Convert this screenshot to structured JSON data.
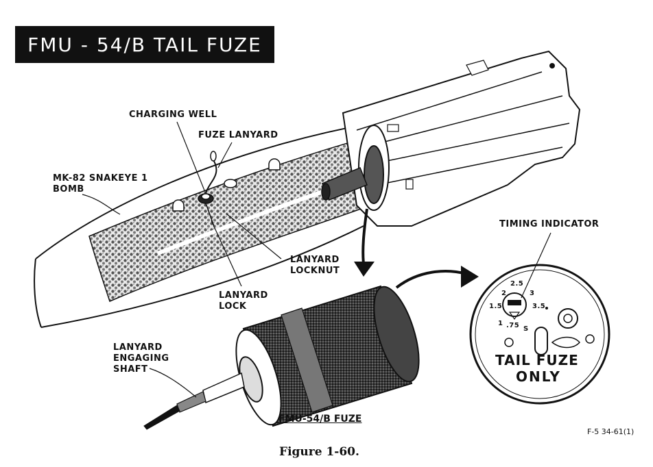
{
  "title": "FMU - 54/B TAIL FUZE",
  "labels": {
    "charging_well": "CHARGING WELL",
    "fuze_lanyard": "FUZE LANYARD",
    "bomb_line1": "MK-82 SNAKEYE 1",
    "bomb_line2": "BOMB",
    "lanyard_locknut_line1": "LANYARD",
    "lanyard_locknut_line2": "LOCKNUT",
    "lanyard_lock_line1": "LANYARD",
    "lanyard_lock_line2": "LOCK",
    "timing_indicator": "TIMING INDICATOR",
    "shaft_line1": "LANYARD",
    "shaft_line2": "ENGAGING",
    "shaft_line3": "SHAFT",
    "fuze_name": "FMU-54/B FUZE"
  },
  "dial": {
    "marks": [
      "2.5",
      "2",
      "3",
      "1.5",
      "3.5",
      "1",
      ".75",
      "S"
    ],
    "face_line1": "TAIL FUZE",
    "face_line2": "ONLY"
  },
  "reference": "F-5 34-61(1)",
  "caption": "Figure 1-60."
}
